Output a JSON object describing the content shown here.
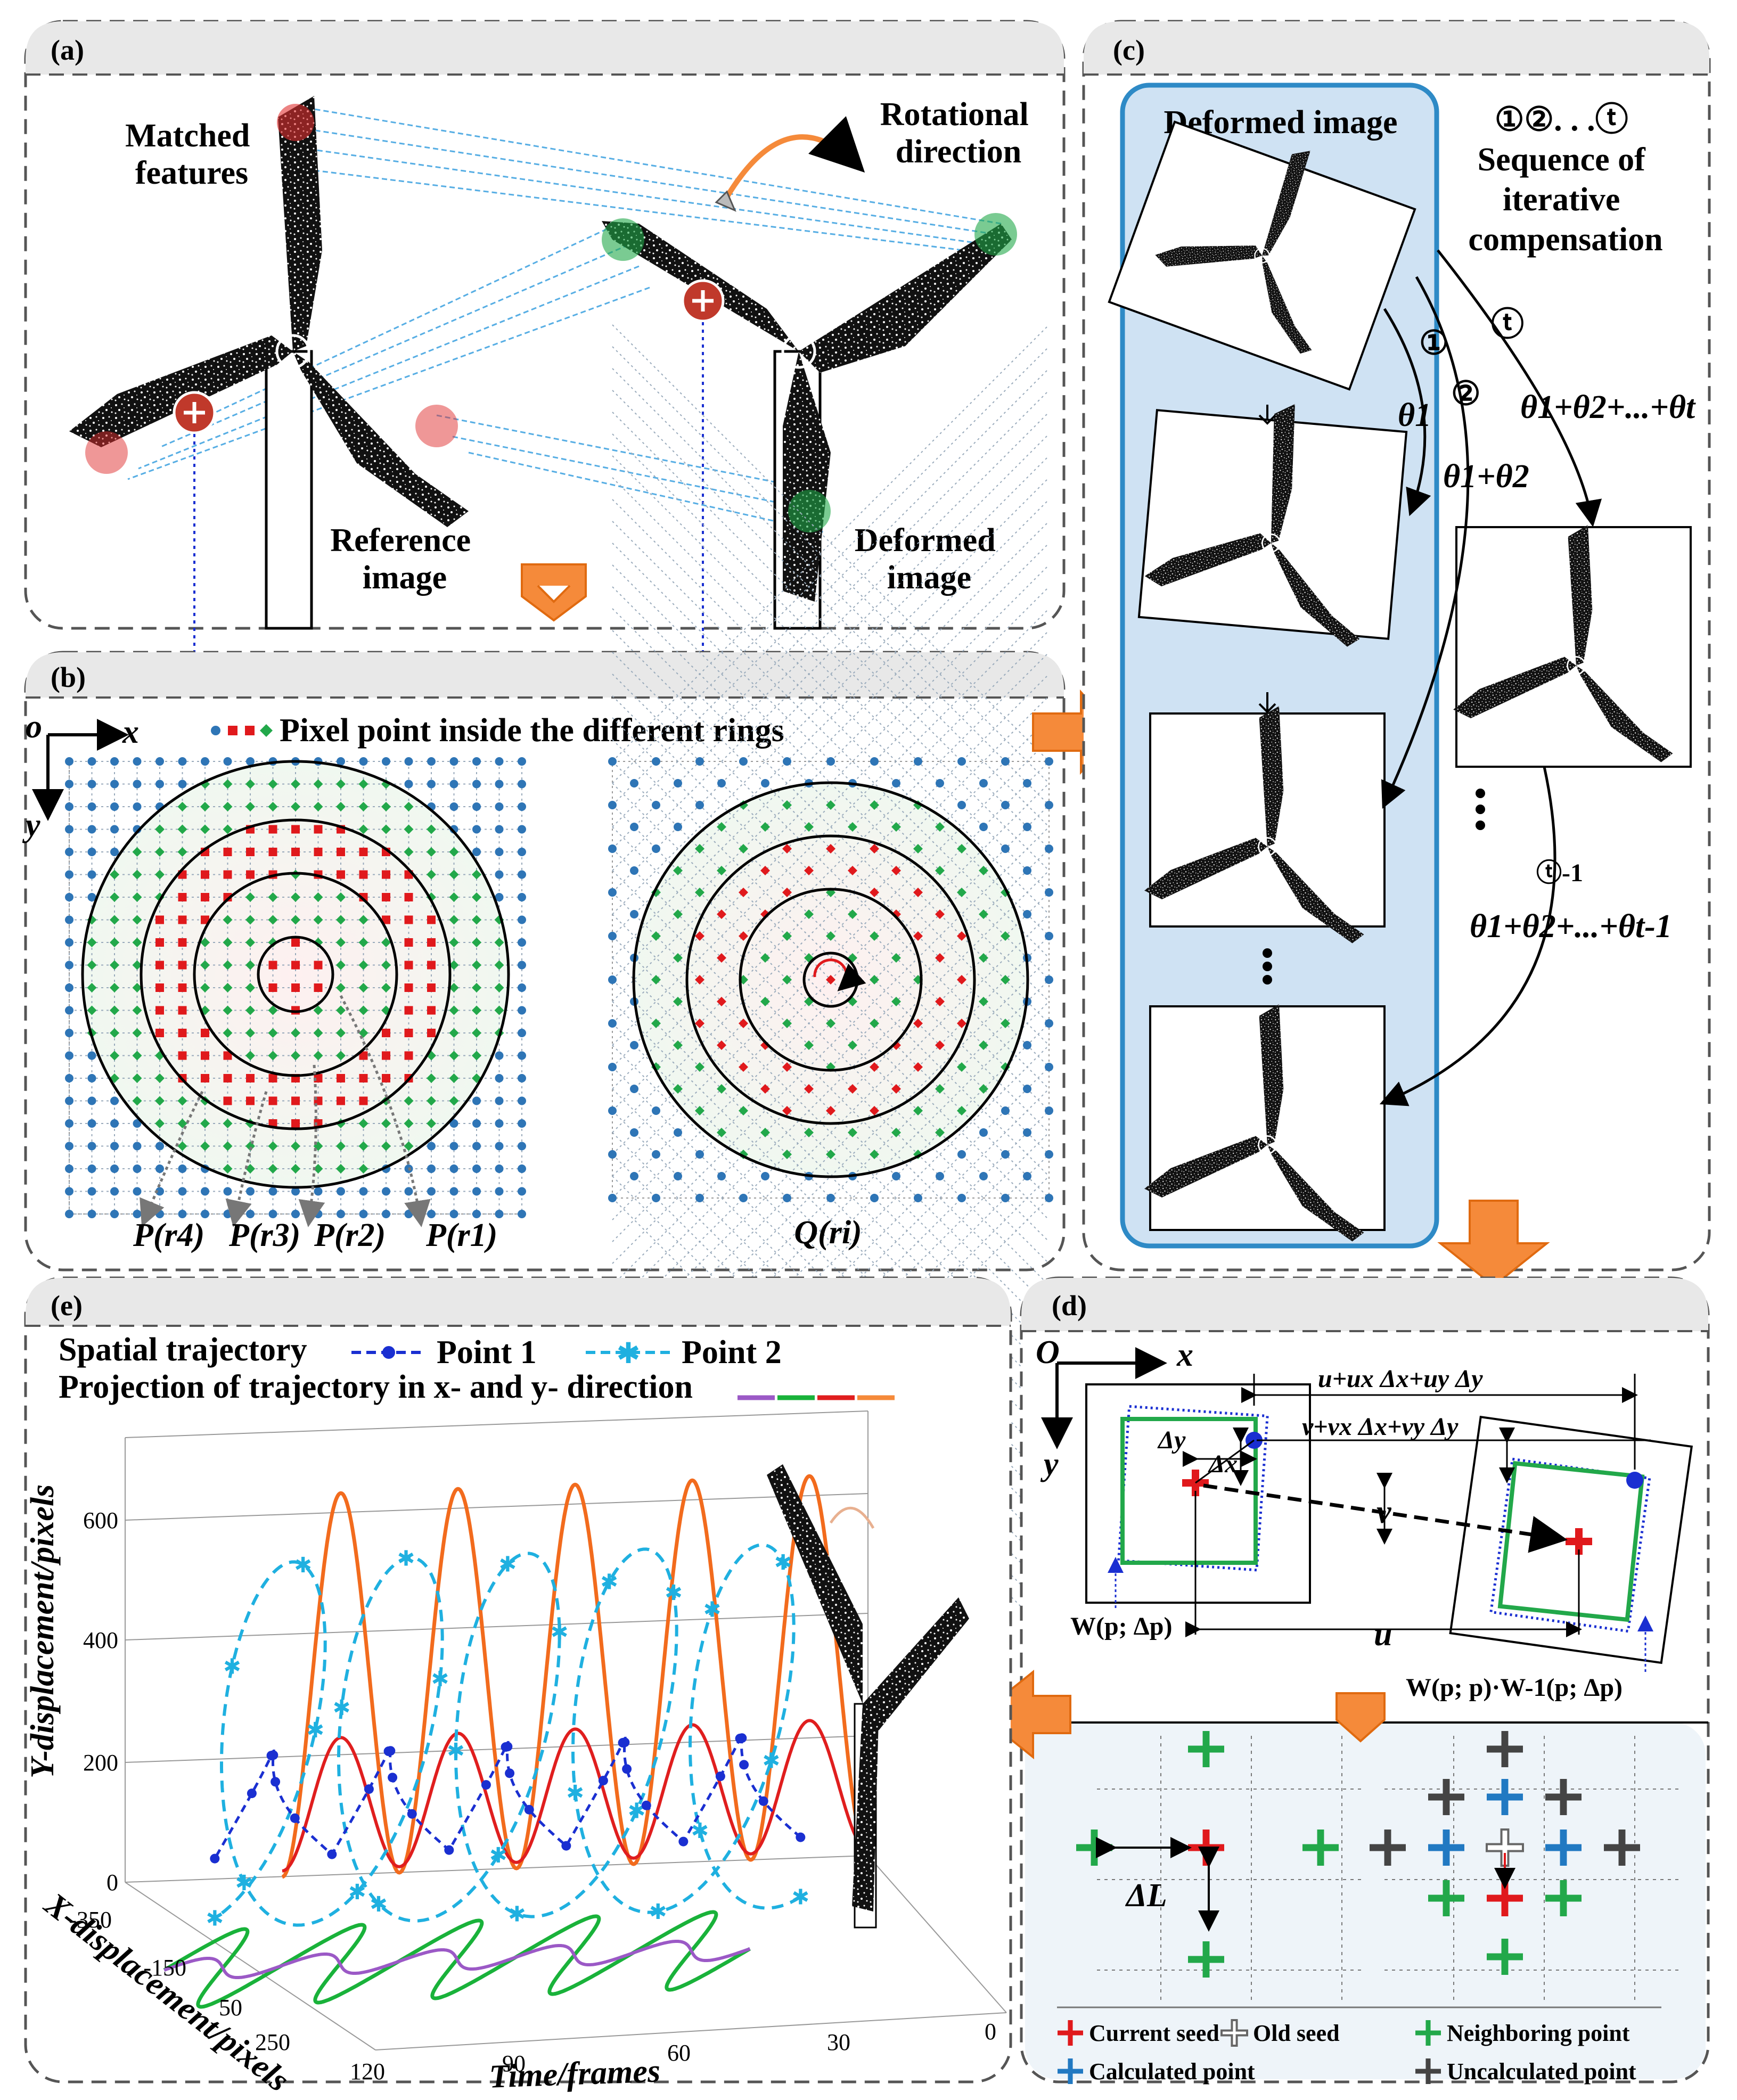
{
  "panels": {
    "a": {
      "label": "(a)",
      "matched_features": [
        "Matched",
        "features"
      ],
      "rotational_direction": [
        "Rotational",
        "direction"
      ],
      "reference_image": [
        "Reference",
        "image"
      ],
      "deformed_image": [
        "Deformed",
        "image"
      ]
    },
    "b": {
      "label": "(b)",
      "axis_o": "o",
      "axis_x": "x",
      "axis_y": "y",
      "legend": "Pixel point inside the different rings",
      "ring_labels": [
        "P(r4)",
        "P(r3)",
        "P(r2)",
        "P(r1)"
      ],
      "q_label": "Q(ri)"
    },
    "c": {
      "label": "(c)",
      "deformed_image": "Deformed image",
      "sequence": [
        "①②. . .ⓣ",
        "Sequence of",
        "iterative",
        "compensation"
      ],
      "step_marks": [
        "①",
        "②",
        "ⓣ",
        "ⓣ-1"
      ],
      "theta1": "θ1",
      "theta12": "θ1+θ2",
      "theta_t": "θ1+θ2+...+θt",
      "theta_t1": "θ1+θ2+...+θt-1"
    },
    "d": {
      "label": "(d)",
      "axis_o": "O",
      "axis_x": "x",
      "axis_y": "y",
      "u_expr": "u+ux Δx+uy Δy",
      "v_expr": "v+vx Δx+vy Δy",
      "v": "v",
      "u": "u",
      "dy": "Δy",
      "dx": "Δx",
      "w1": "W(p; Δp)",
      "w2": "W(p; p)·W-1(p; Δp)",
      "delta_l": "ΔL",
      "legend": [
        "Current seed",
        "Old seed",
        "Neighboring point",
        "Calculated point",
        "Uncalculated point"
      ]
    },
    "e": {
      "label": "(e)",
      "spatial_trajectory": "Spatial trajectory",
      "point1": "Point 1",
      "point2": "Point 2",
      "projection": "Projection of trajectory in x- and y- direction",
      "ylabel": "Y-displacement/pixels",
      "xlabel": "X-displacement/pixels",
      "tlabel": "Time/frames",
      "yticks": [
        "0",
        "200",
        "400",
        "600"
      ],
      "xticks": [
        "-350",
        "-150",
        "50",
        "250"
      ],
      "tticks": [
        "120",
        "90",
        "60",
        "30",
        "0"
      ]
    }
  },
  "colors": {
    "panel_border": "#555555",
    "header_fill": "#e8e8e8",
    "blue_point": "#2e75b6",
    "red_point": "#e0191c",
    "green_point": "#22a84a",
    "light_blue_box": "#cfe2f3",
    "arrow_orange": "#f58a3a",
    "orange_curve": "#f26b1d",
    "red_curve": "#e01e1e",
    "green_curve": "#19b23a",
    "purple_curve": "#9b59c6",
    "point1_color": "#1a2fd1",
    "point2_color": "#1fb0e0",
    "gray_cross": "#444444",
    "blue_cross": "#2179c2"
  }
}
